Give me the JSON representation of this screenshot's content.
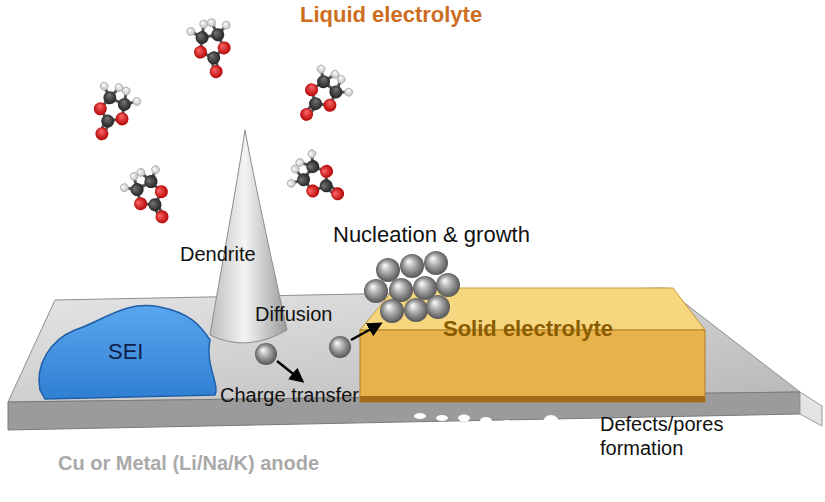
{
  "diagram": {
    "nodes": [
      {
        "text": [
          "Dendrite"
        ]
      },
      {
        "text": [
          "SEI"
        ]
      },
      {
        "text": [
          "Solid electrolyte"
        ]
      },
      {
        "text": [
          "Cu or Metal (Li/Na/K) anode"
        ]
      }
    ],
    "labels": [
      "Liquid electrolyte",
      "Nucleation & growth",
      "Diffusion",
      "Charge transfer",
      "Defects/pores formation"
    ]
  }
}
